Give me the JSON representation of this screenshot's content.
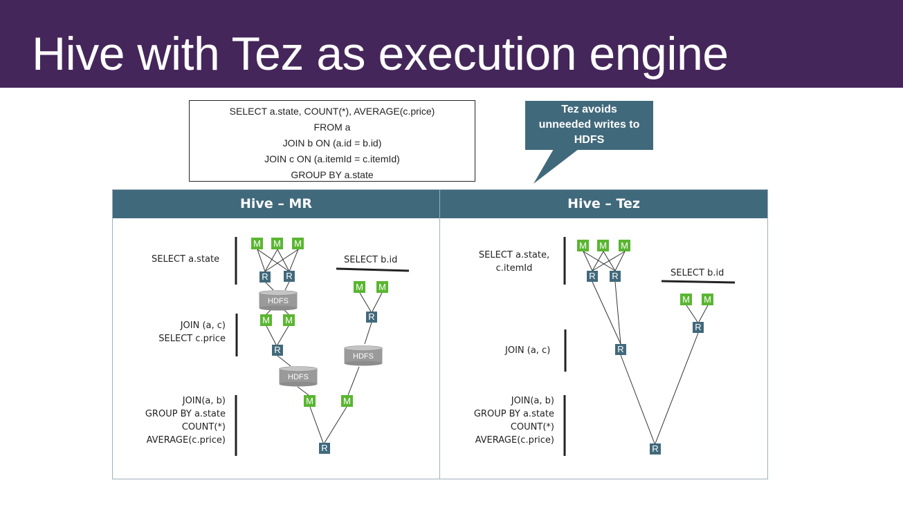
{
  "title": "Hive with Tez as execution engine",
  "query": {
    "lines": [
      "SELECT a.state, COUNT(*), AVERAGE(c.price)",
      "FROM a",
      "JOIN b ON (a.id = b.id)",
      "JOIN c ON (a.itemId = c.itemId)",
      "GROUP BY a.state"
    ]
  },
  "callout": {
    "lines": [
      "Tez avoids",
      "unneeded writes to",
      "HDFS"
    ]
  },
  "node_labels": {
    "map": "M",
    "reduce": "R",
    "hdfs": "HDFS"
  },
  "hive_mr": {
    "header": "Hive – MR",
    "stage1_label": "SELECT a.state",
    "select_b_label": "SELECT b.id",
    "stage2_label": [
      "JOIN (a, c)",
      "SELECT c.price"
    ],
    "stage3_label": [
      "JOIN(a, b)",
      "GROUP BY a.state",
      "COUNT(*)",
      "AVERAGE(c.price)"
    ]
  },
  "hive_tez": {
    "header": "Hive – Tez",
    "stage1_label": [
      "SELECT a.state,",
      "c.itemId"
    ],
    "select_b_label": "SELECT b.id",
    "stage2_label": "JOIN (a, c)",
    "stage3_label": [
      "JOIN(a, b)",
      "GROUP BY a.state",
      "COUNT(*)",
      "AVERAGE(c.price)"
    ]
  },
  "colors": {
    "title_bg": "#45265a",
    "header_bg": "#41697c",
    "map_node": "#5ab631",
    "reduce_node": "#41697c",
    "hdfs": "#9a9a9a"
  }
}
